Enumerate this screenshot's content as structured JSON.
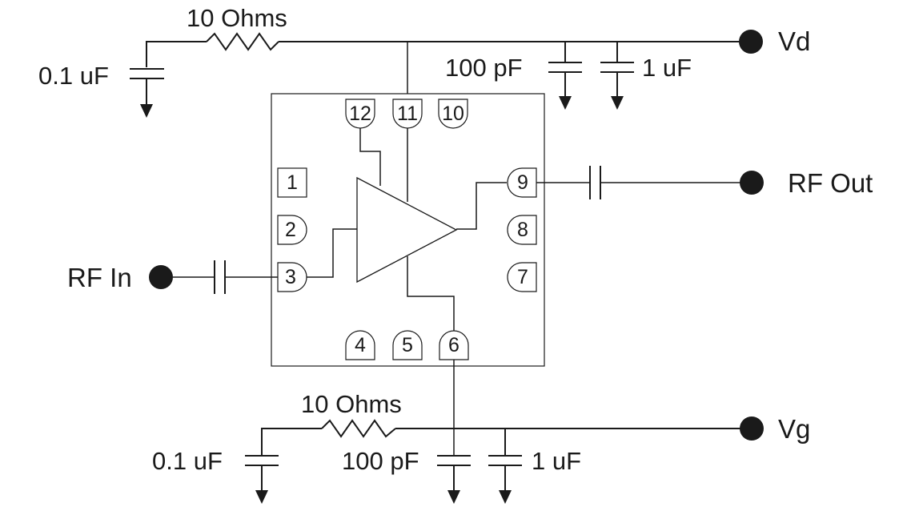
{
  "nodes": {
    "vd": "Vd",
    "vg": "Vg",
    "rf_in": "RF In",
    "rf_out": "RF Out"
  },
  "components": {
    "vd_resistor": "10 Ohms",
    "vd_cap_bulk": "0.1 uF",
    "vd_cap_small": "100 pF",
    "vd_cap_large": "1 uF",
    "vg_resistor": "10 Ohms",
    "vg_cap_bulk": "0.1 uF",
    "vg_cap_small": "100 pF",
    "vg_cap_large": "1 uF"
  },
  "pins": {
    "p1": "1",
    "p2": "2",
    "p3": "3",
    "p4": "4",
    "p5": "5",
    "p6": "6",
    "p7": "7",
    "p8": "8",
    "p9": "9",
    "p10": "10",
    "p11": "11",
    "p12": "12"
  }
}
